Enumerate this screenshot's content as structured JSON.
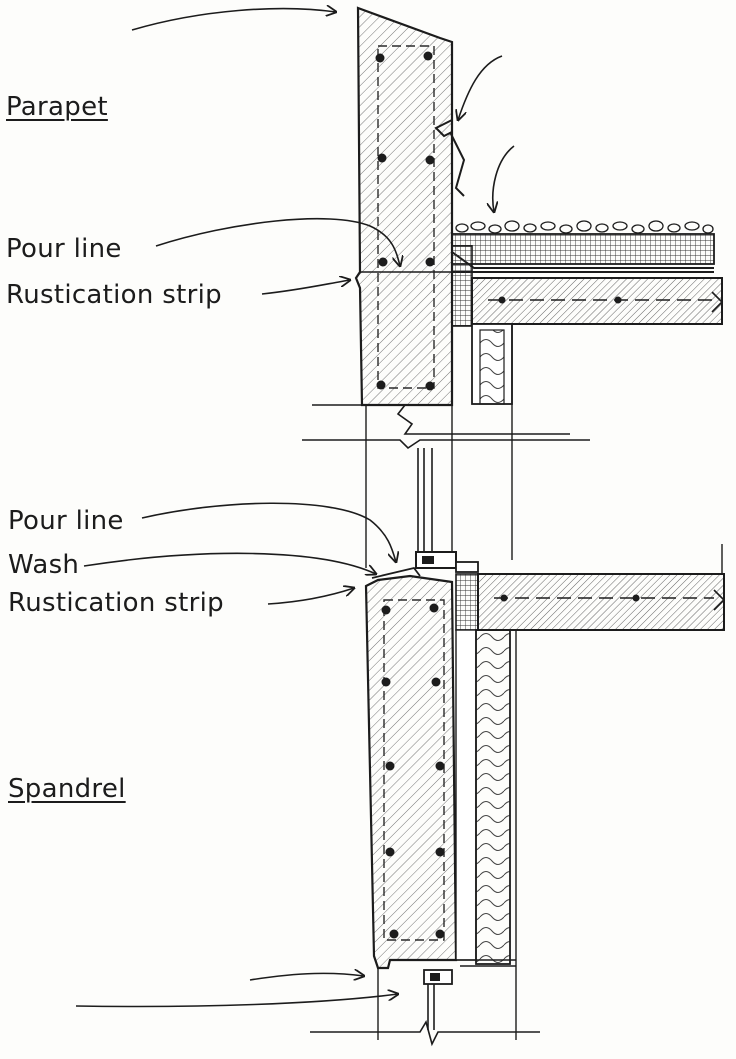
{
  "labels": {
    "parapet": "Parapet",
    "spandrel": "Spandrel",
    "upper_pour_line": "Pour line",
    "upper_rustication_strip": "Rustication strip",
    "lower_pour_line": "Pour line",
    "wash": "Wash",
    "lower_rustication_strip": "Rustication strip"
  },
  "colors": {
    "ink": "#1c1c1c",
    "hatch": "#6a6a6a",
    "paper": "#fdfdfb"
  }
}
